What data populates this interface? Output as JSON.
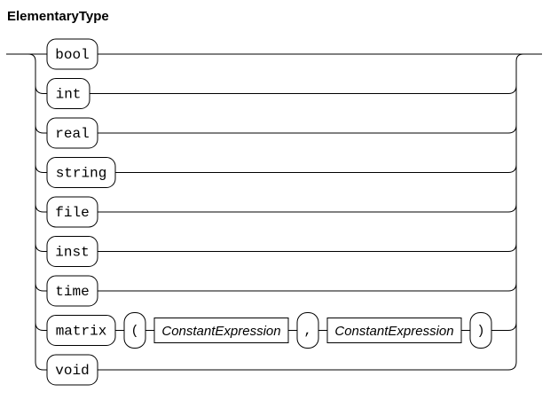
{
  "diagram": {
    "title": "ElementaryType",
    "type": "railroad-syntax-diagram",
    "colors": {
      "line": "#000000",
      "text": "#000000",
      "background": "#ffffff"
    },
    "alternatives": [
      {
        "name": "bool",
        "nodes": [
          {
            "kind": "terminal",
            "text": "bool"
          }
        ]
      },
      {
        "name": "int",
        "nodes": [
          {
            "kind": "terminal",
            "text": "int"
          }
        ]
      },
      {
        "name": "real",
        "nodes": [
          {
            "kind": "terminal",
            "text": "real"
          }
        ]
      },
      {
        "name": "string",
        "nodes": [
          {
            "kind": "terminal",
            "text": "string"
          }
        ]
      },
      {
        "name": "file",
        "nodes": [
          {
            "kind": "terminal",
            "text": "file"
          }
        ]
      },
      {
        "name": "inst",
        "nodes": [
          {
            "kind": "terminal",
            "text": "inst"
          }
        ]
      },
      {
        "name": "time",
        "nodes": [
          {
            "kind": "terminal",
            "text": "time"
          }
        ]
      },
      {
        "name": "matrix",
        "nodes": [
          {
            "kind": "terminal",
            "text": "matrix"
          },
          {
            "kind": "literal",
            "text": "("
          },
          {
            "kind": "nonterminal",
            "text": "ConstantExpression"
          },
          {
            "kind": "literal",
            "text": ","
          },
          {
            "kind": "nonterminal",
            "text": "ConstantExpression"
          },
          {
            "kind": "literal",
            "text": ")"
          }
        ]
      },
      {
        "name": "void",
        "nodes": [
          {
            "kind": "terminal",
            "text": "void"
          }
        ]
      }
    ]
  }
}
